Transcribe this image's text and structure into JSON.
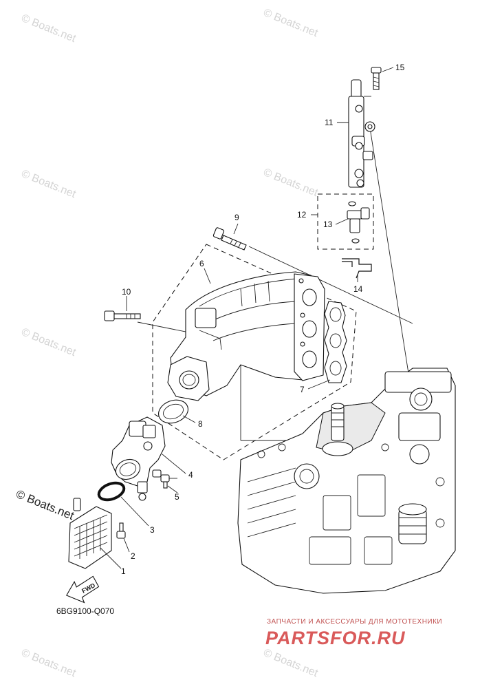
{
  "callouts": [
    {
      "id": "1",
      "text": "1"
    },
    {
      "id": "2",
      "text": "2"
    },
    {
      "id": "3",
      "text": "3"
    },
    {
      "id": "4",
      "text": "4"
    },
    {
      "id": "5",
      "text": "5"
    },
    {
      "id": "6",
      "text": "6"
    },
    {
      "id": "7",
      "text": "7"
    },
    {
      "id": "8",
      "text": "8"
    },
    {
      "id": "9",
      "text": "9"
    },
    {
      "id": "10",
      "text": "10"
    },
    {
      "id": "11",
      "text": "11"
    },
    {
      "id": "12",
      "text": "12"
    },
    {
      "id": "13",
      "text": "13"
    },
    {
      "id": "14",
      "text": "14"
    },
    {
      "id": "15",
      "text": "15"
    }
  ],
  "diagram_code": "6BG9100-Q070",
  "fwd_arrow_label": "FWD",
  "watermark": {
    "small_text": "© Boats.net",
    "large_text": "© Boats.net"
  },
  "promo": {
    "tagline": "ЗАПЧАСТИ И АКСЕССУАРЫ ДЛЯ МОТОТЕХНИКИ",
    "brand": "PARTSFOR.RU"
  }
}
